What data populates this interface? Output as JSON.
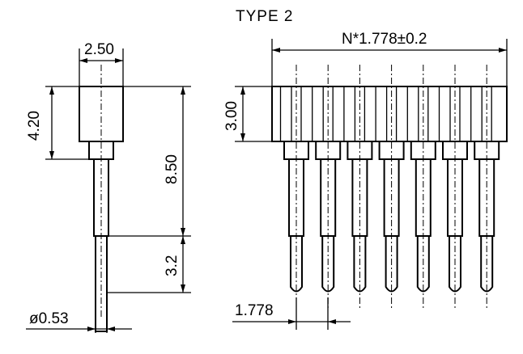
{
  "title": "TYPE 2",
  "dimensions": {
    "body_width": "2.50",
    "body_height": "4.20",
    "overall_height": "8.50",
    "pin_tail": "3.2",
    "pin_diameter": "ø0.53",
    "row_height": "3.00",
    "pitch_formula": "N*1.778±0.2",
    "pitch": "1.778"
  },
  "pin_count": 7
}
